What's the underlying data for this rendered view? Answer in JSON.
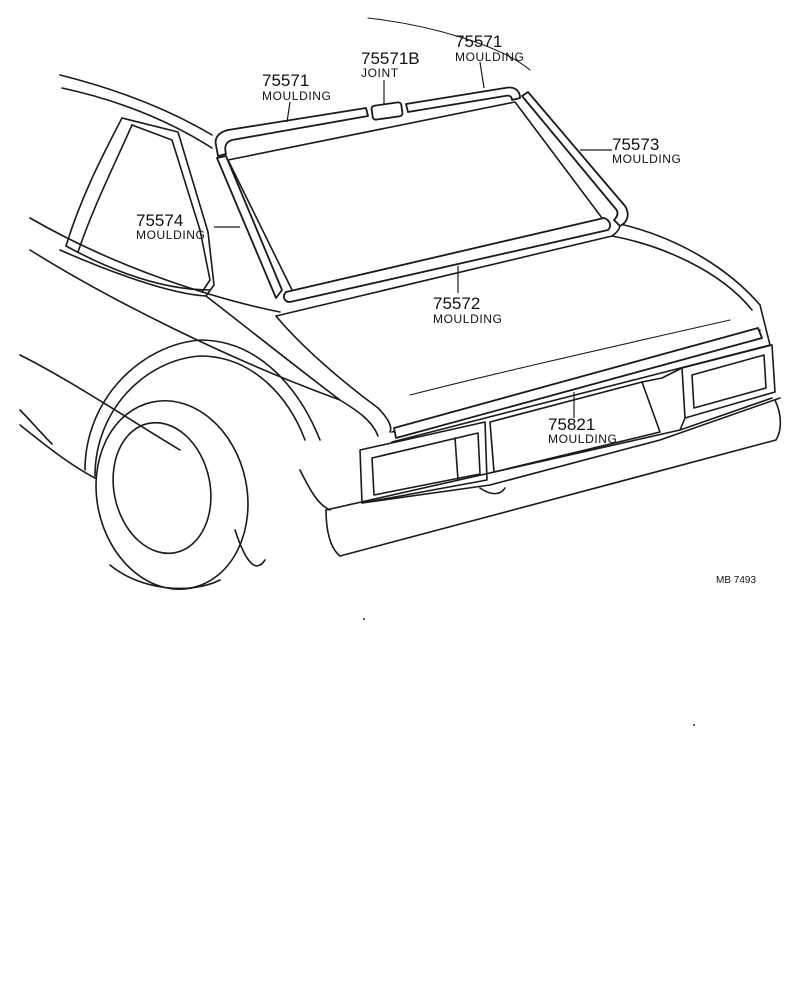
{
  "callouts": [
    {
      "id": "c1",
      "number": "75571",
      "name": "MOULDING"
    },
    {
      "id": "c2",
      "number": "75571B",
      "name": "JOINT"
    },
    {
      "id": "c3",
      "number": "75571",
      "name": "MOULDING"
    },
    {
      "id": "c4",
      "number": "75573",
      "name": "MOULDING"
    },
    {
      "id": "c5",
      "number": "75574",
      "name": "MOULDING"
    },
    {
      "id": "c6",
      "number": "75572",
      "name": "MOULDING"
    },
    {
      "id": "c7",
      "number": "75821",
      "name": "MOULDING"
    }
  ],
  "drawing_code": "MB 7493"
}
